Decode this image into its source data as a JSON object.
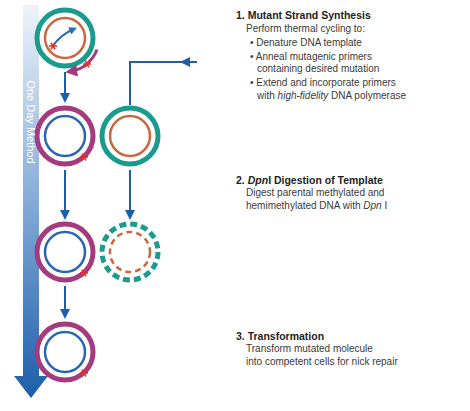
{
  "diagram": {
    "labels": [
      "One Day Method",
      "1. Mutant Strand Synthesis",
      "Perform thermal cycling to:",
      "• Denature DNA template",
      "• Anneal mutagenic primers",
      "containing desired mutation",
      "• Extend and incorporate primers",
      "with",
      "high-fidelity",
      "DNA polymerase",
      "2.",
      "Dpn",
      "I Digestion of Template",
      "Digest parental methylated and",
      "hemimethylated DNA with",
      "Dpn",
      "I",
      "3. Transformation",
      "Transform mutated molecule",
      "into competent cells for nick repair"
    ]
  }
}
